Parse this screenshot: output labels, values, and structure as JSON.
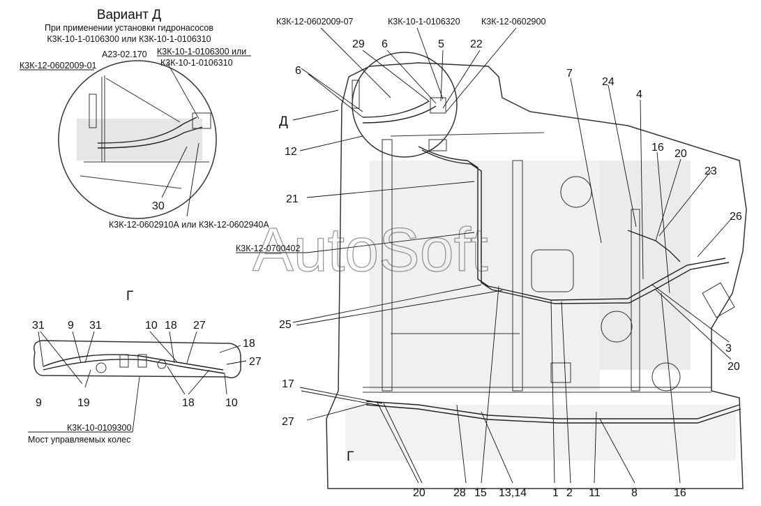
{
  "variant_d": {
    "title": "Вариант Д",
    "line1": "При применении установки гидронасосов",
    "line2": "К3К-10-1-0106300 или К3К-10-1-0106310",
    "label_hose": "К3К-12-0602009-01",
    "label_a23": "А23-02.170",
    "label_pump_a": "К3К-10-1-0106300 или",
    "label_pump_b": "К3К-10-1-0106310",
    "label_30": "30",
    "label_bottom": "К3К-12-0602910А или К3К-12-0602940А"
  },
  "variant_g": {
    "letter": "Г",
    "numbers": {
      "top_31a": "31",
      "top_9": "9",
      "top_31b": "31",
      "top_10": "10",
      "top_18": "18",
      "top_27": "27",
      "right_18": "18",
      "right_27": "27",
      "bot_9": "9",
      "bot_19": "19",
      "bot_18": "18",
      "bot_10": "10"
    },
    "bridge_code": "К3К-10-0109300",
    "bridge_name": "Мост управляемых колес"
  },
  "main": {
    "top_codes": {
      "c1": "К3К-12-0602009-07",
      "c2": "К3К-10-1-0106320",
      "c3": "К3К-12-0602900"
    },
    "side_code": "К3К-12-0700402",
    "view_d": "Д",
    "view_g": "Г",
    "numbers": {
      "n29": "29",
      "n6a": "6",
      "n5": "5",
      "n22": "22",
      "n6b": "6",
      "n12": "12",
      "n7": "7",
      "n24": "24",
      "n4": "4",
      "n16a": "16",
      "n20a": "20",
      "n23": "23",
      "n21": "21",
      "n26": "26",
      "n25": "25",
      "n3": "3",
      "n20b": "20",
      "n17": "17",
      "n27": "27",
      "b20": "20",
      "b28": "28",
      "b15": "15",
      "b1314": "13,14",
      "b1": "1",
      "b2": "2",
      "b11": "11",
      "b8": "8",
      "b16": "16"
    }
  },
  "watermark": "AutoSoft"
}
